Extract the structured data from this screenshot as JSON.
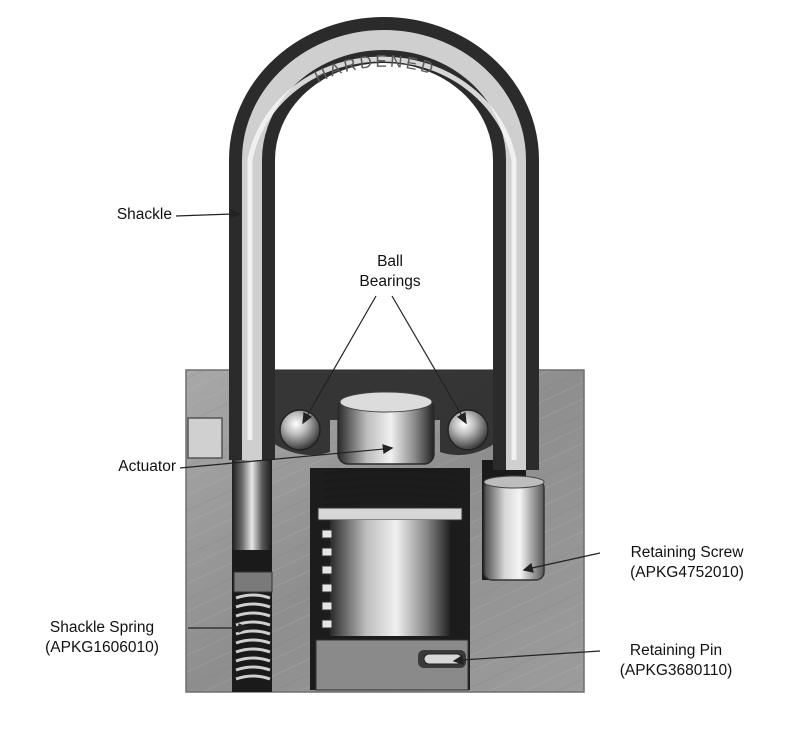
{
  "colors": {
    "background": "#ffffff",
    "body_metal": "#9a9a9a",
    "shackle_metal": "#c8c8c8",
    "dark_metal": "#2a2a2a",
    "label_text": "#111111"
  },
  "engraving": "HARDENED",
  "labels": {
    "shackle": "Shackle",
    "ball_bearings_line1": "Ball",
    "ball_bearings_line2": "Bearings",
    "actuator": "Actuator",
    "retaining_screw": "Retaining Screw",
    "retaining_screw_part": "(APKG4752010)",
    "shackle_spring": "Shackle Spring",
    "shackle_spring_part": "(APKG1606010)",
    "retaining_pin": "Retaining Pin",
    "retaining_pin_part": "(APKG3680110)"
  }
}
